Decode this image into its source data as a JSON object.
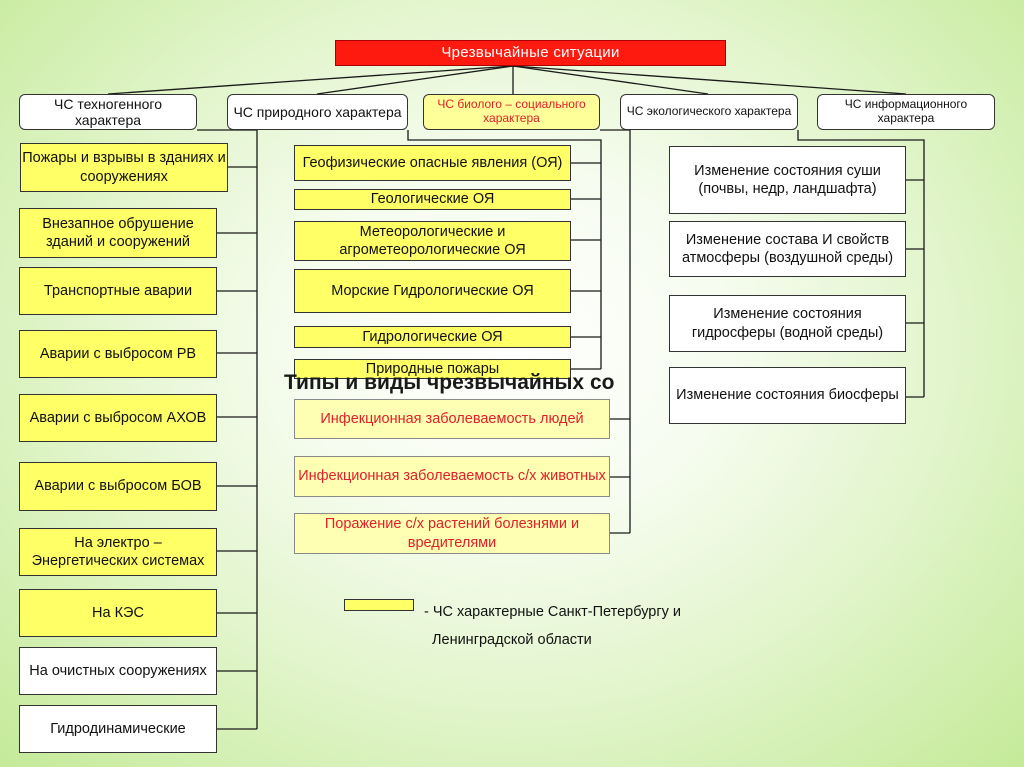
{
  "root": {
    "label": "Чрезвычайные ситуации"
  },
  "title": "Типы и виды чрезвычайных со",
  "categories": [
    {
      "label": "ЧС техногенного характера"
    },
    {
      "label": "ЧС природного характера"
    },
    {
      "label": "ЧС биолого – социального характера"
    },
    {
      "label": "ЧС экологического характера"
    },
    {
      "label": "ЧС информационного характера"
    }
  ],
  "technogenic": [
    {
      "label": "Пожары и взрывы в зданиях и сооружениях",
      "highlight": true
    },
    {
      "label": "Внезапное обрушение зданий и сооружений",
      "highlight": true
    },
    {
      "label": "Транспортные аварии",
      "highlight": true
    },
    {
      "label": "Аварии с выбросом РВ",
      "highlight": true
    },
    {
      "label": "Аварии с  выбросом АХОВ",
      "highlight": true
    },
    {
      "label": "Аварии с выбросом БОВ",
      "highlight": true
    },
    {
      "label": "На электро – Энергетических системах",
      "highlight": true
    },
    {
      "label": "На КЭС",
      "highlight": true
    },
    {
      "label": "На очистных сооружениях",
      "highlight": false
    },
    {
      "label": "Гидродинамические",
      "highlight": false
    }
  ],
  "natural": [
    {
      "label": "Геофизические опасные явления (ОЯ)",
      "highlight": true
    },
    {
      "label": "Геологические ОЯ",
      "highlight": true
    },
    {
      "label": "Метеорологические и агрометеорологические ОЯ",
      "highlight": true
    },
    {
      "label": "Морские Гидрологические ОЯ",
      "highlight": true
    },
    {
      "label": "Гидрологические ОЯ",
      "highlight": true
    },
    {
      "label": "Природные пожары",
      "highlight": true
    }
  ],
  "biosocial": [
    {
      "label": "Инфекционная заболеваемость людей"
    },
    {
      "label": "Инфекционная заболеваемость с/х животных"
    },
    {
      "label": "Поражение с/х растений болезнями и вредителями"
    }
  ],
  "ecological": [
    {
      "label": "Изменение состояния суши (почвы, недр, ландшафта)"
    },
    {
      "label": "Изменение состава И свойств атмосферы (воздушной среды)"
    },
    {
      "label": "Изменение состояния гидросферы (водной среды)"
    },
    {
      "label": "Изменение состояния биосферы"
    }
  ],
  "legend": {
    "line1": "- ЧС характерные Санкт-Петербургу и",
    "line2": "Ленинградской области"
  },
  "colors": {
    "root": "#ff1a10",
    "highlight": "#ffff66",
    "biosocial_text": "#e0202a"
  }
}
